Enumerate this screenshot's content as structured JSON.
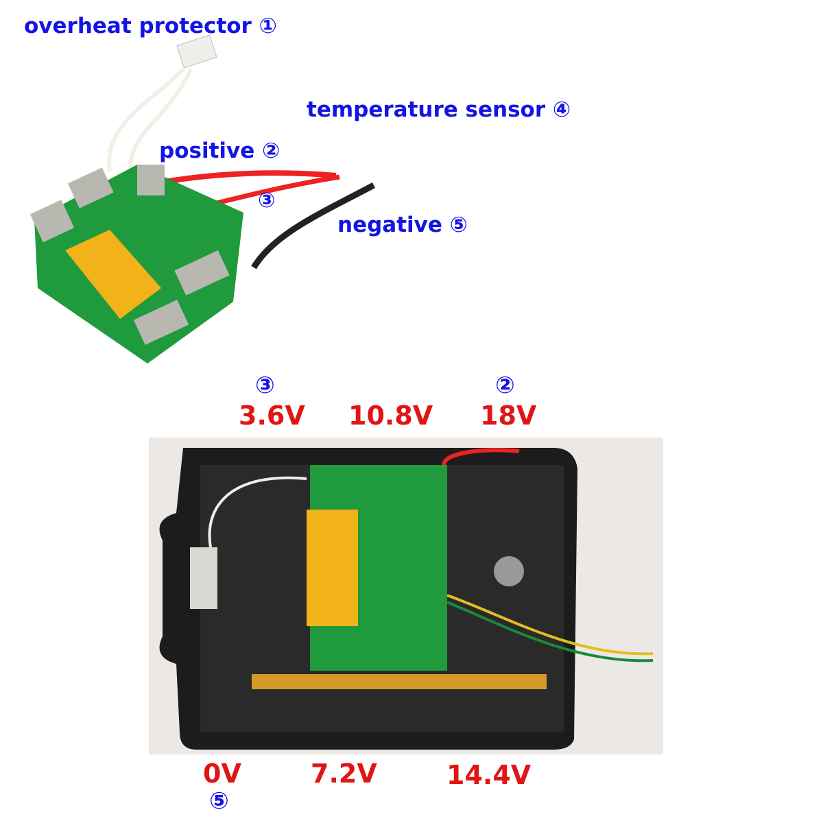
{
  "top_labels": {
    "overheat": "overheat protector ①",
    "temp_sensor": "temperature sensor ④",
    "positive": "positive ②",
    "wire3": "③",
    "negative": "negative ⑤"
  },
  "voltage_labels": {
    "marker3": "③",
    "v36": "3.6V",
    "v108": "10.8V",
    "marker2": "②",
    "v18": "18V",
    "v0": "0V",
    "marker5": "⑤",
    "v72": "7.2V",
    "v144": "14.4V"
  },
  "colors": {
    "label_blue": "#1414e6",
    "voltage_red": "#e01515",
    "pcb_green": "#1f9a3c",
    "connector_yellow": "#f2b21a"
  }
}
